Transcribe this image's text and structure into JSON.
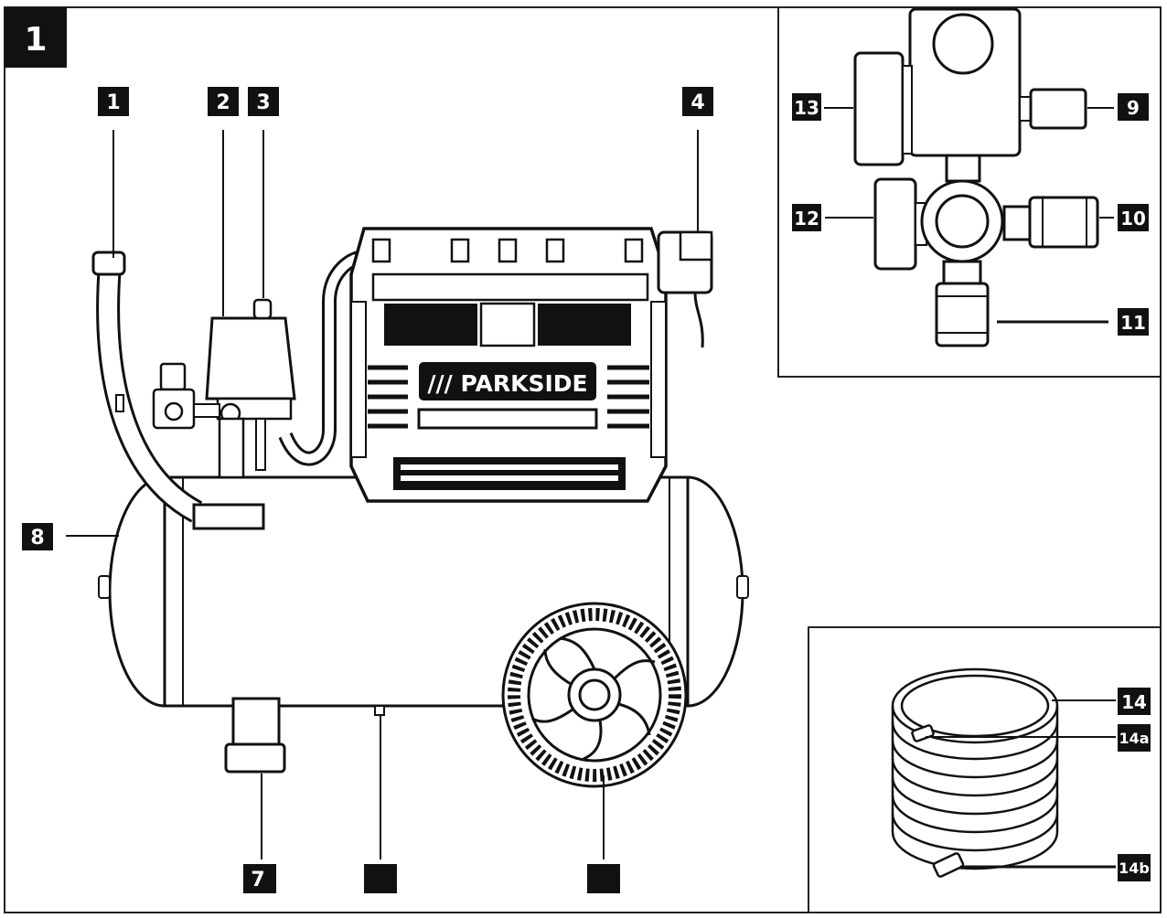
{
  "figure": {
    "number": "1",
    "brand": "/// PARKSIDE",
    "colors": {
      "ink": "#111111",
      "paper": "#ffffff",
      "tank": "#ffffff"
    }
  },
  "labels": {
    "l1": "1",
    "l2": "2",
    "l3": "3",
    "l4": "4",
    "l7": "7",
    "l8": "8",
    "l9": "9",
    "l10": "10",
    "l11": "11",
    "l12": "12",
    "l13": "13",
    "l14": "14",
    "l14a": "14a",
    "l14b": "14b"
  }
}
